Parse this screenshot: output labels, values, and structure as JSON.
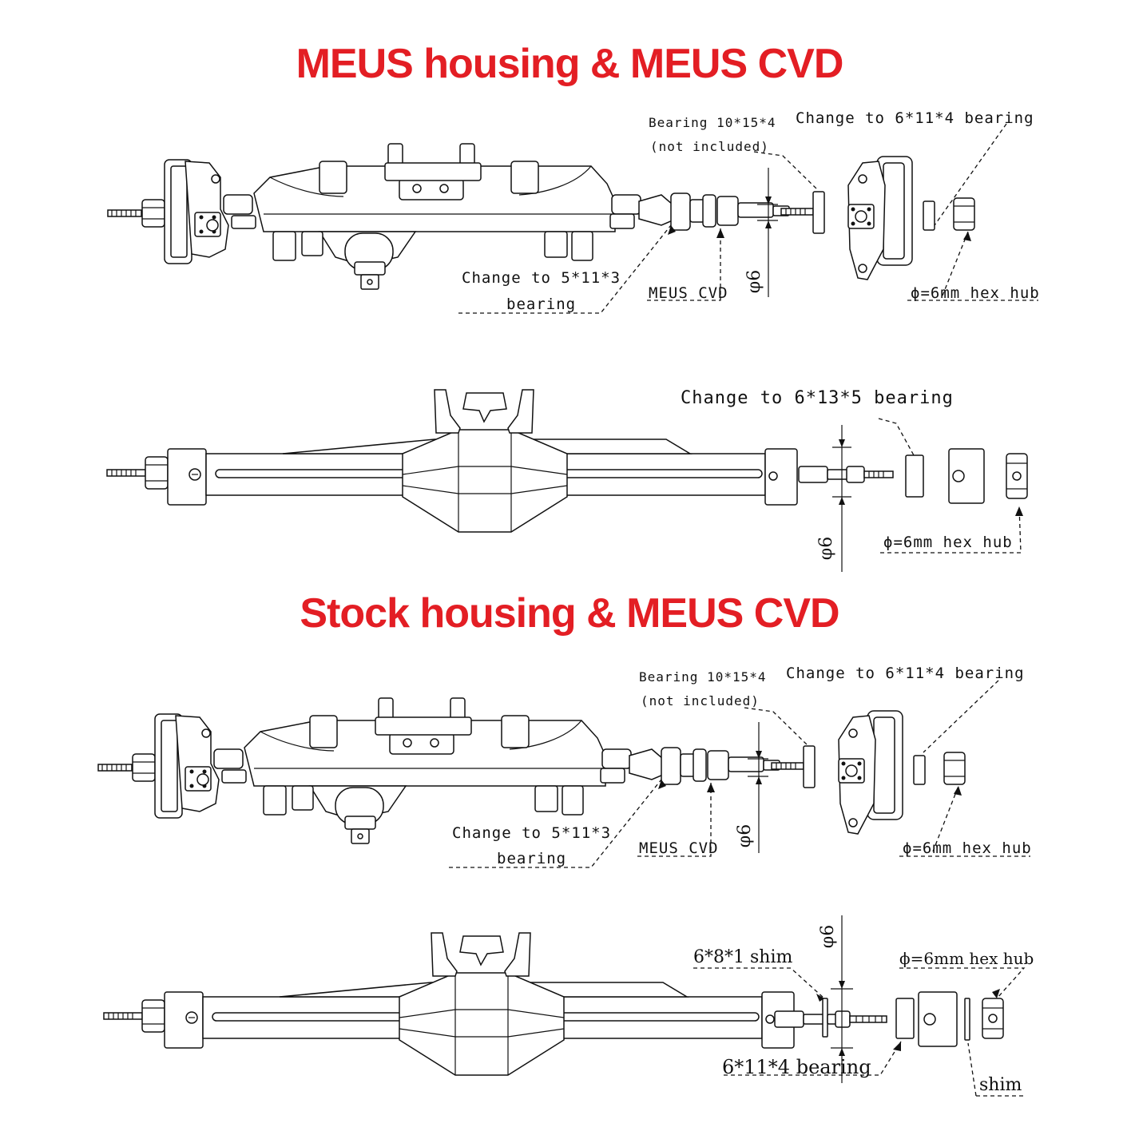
{
  "titles": {
    "top": "MEUS housing & MEUS CVD",
    "bottom": "Stock housing & MEUS CVD"
  },
  "front_axle_1": {
    "bearing_note_line1": "Bearing 10*15*4",
    "bearing_note_line2": "(not included)",
    "change_bearing_outer": "Change to 6*11*4 bearing",
    "change_bearing_inner_line1": "Change to 5*11*3",
    "change_bearing_inner_line2": "bearing",
    "cvd_label": "MEUS CVD",
    "phi_label": "φ6",
    "hex_hub": "ϕ=6mm hex hub"
  },
  "rear_axle_1": {
    "change_bearing": "Change to 6*13*5 bearing",
    "phi_label": "φ6",
    "hex_hub": "ϕ=6mm hex hub"
  },
  "front_axle_2": {
    "bearing_note_line1": "Bearing 10*15*4",
    "bearing_note_line2": "(not included)",
    "change_bearing_outer": "Change to 6*11*4 bearing",
    "change_bearing_inner_line1": "Change to 5*11*3",
    "change_bearing_inner_line2": "bearing",
    "cvd_label": "MEUS CVD",
    "phi_label": "φ6",
    "hex_hub": "ϕ=6mm hex hub"
  },
  "rear_axle_2": {
    "shim_label": "6*8*1 shim",
    "phi_label": "φ6",
    "hex_hub": "ϕ=6mm hex hub",
    "bearing_label": "6*11*4 bearing",
    "shim_bottom": "shim"
  }
}
